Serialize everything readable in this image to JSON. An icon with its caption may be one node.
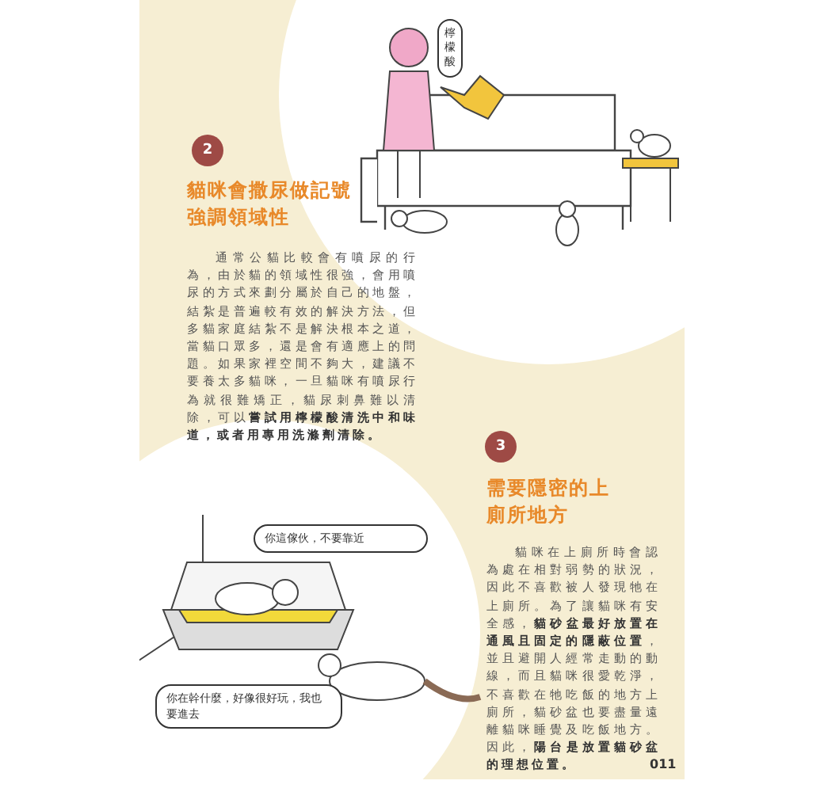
{
  "diagram": {
    "nodes": [
      {
        "text": [
          "2"
        ]
      },
      {
        "text": [
          "3"
        ]
      },
      {
        "text": [
          "檸檬酸"
        ]
      },
      {
        "text": [
          "你這傢伙，不要靠近"
        ]
      },
      {
        "text": [
          "你在幹什麼，好像很好玩，我也要進去"
        ]
      }
    ],
    "labels": [
      "貓咪會撒尿做記號強調領域性",
      "通常公貓比較會有噴尿的行為，由於貓的領域性很強，會用噴尿的方式來劃分屬於自己的地盤，結紮是普遍較有效的解決方法，但多貓家庭結紮不是解決根本之道，當貓口眾多，還是會有適應上的問題。如果家裡空間不夠大，建議不要養太多貓咪，一旦貓咪有噴尿行為就很難矯正，貓尿刺鼻難以清除，可以**嘗試用檸檬酸清洗中和味道，或者用專用洗滌劑清除。**",
      "需要隱密的上廁所地方",
      "貓咪在上廁所時會認為處在相對弱勢的狀況，因此不喜歡被人發現牠在上廁所。為了讓貓咪有安全感，**貓砂盆最好放置在通風且固定的隱蔽位置**，並且避開人經常走動的動線，而且貓咪很愛乾淨，不喜歡在牠吃飯的地方上廁所，貓砂盆也要盡量遠離貓咪睡覺及吃飯地方。因此，**陽台是放置貓砂盆的理想位置。**",
      "011"
    ]
  }
}
